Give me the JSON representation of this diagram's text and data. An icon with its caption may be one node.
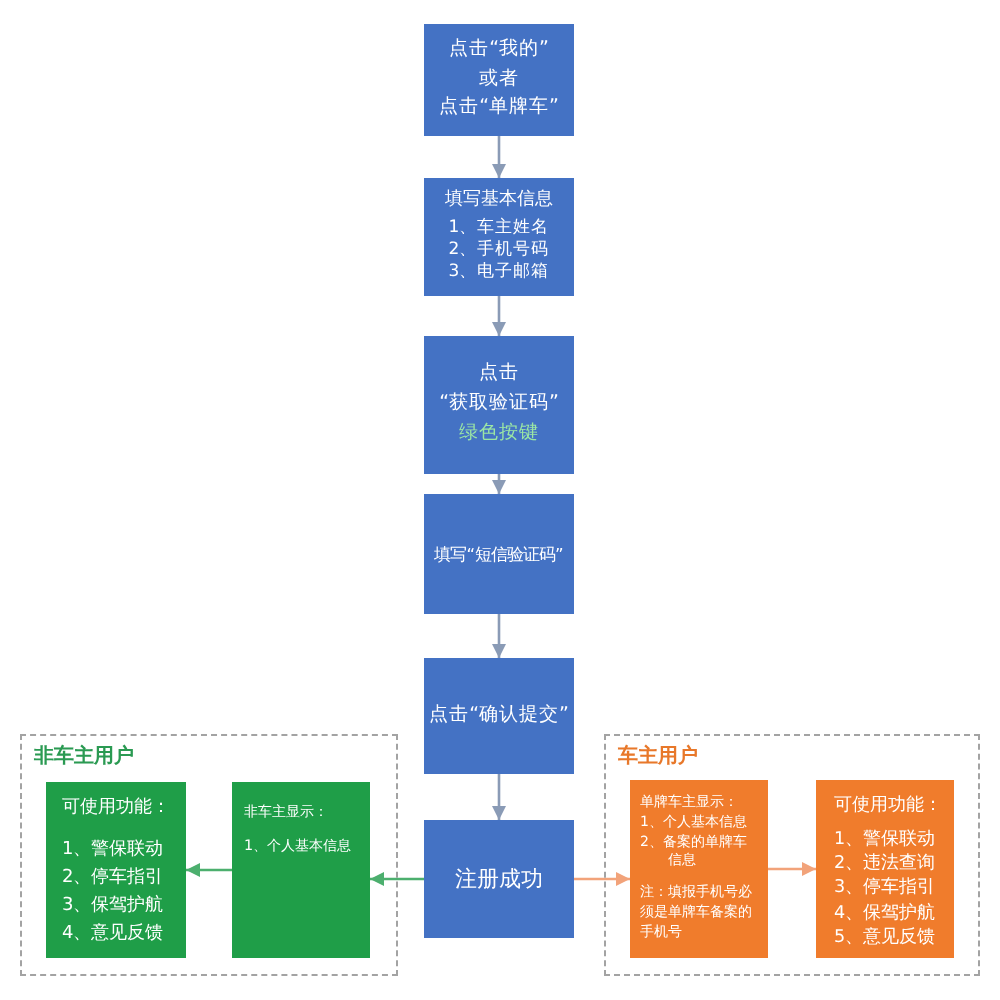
{
  "diagram": {
    "nodes": [
      {
        "text": [
          "点击“我的”",
          "或者",
          "点击“单牌车”"
        ]
      },
      {
        "text": [
          "填写基本信息",
          "1、车主姓名",
          "2、手机号码",
          "3、电子邮箱"
        ]
      },
      {
        "text": [
          "点击",
          "“获取验证码”",
          "绿色按键"
        ]
      },
      {
        "text": [
          "填写“短信验证码”"
        ]
      },
      {
        "text": [
          "点击“确认提交”"
        ]
      },
      {
        "text": [
          "注册成功"
        ]
      },
      {
        "text": [
          "非车主用户"
        ]
      },
      {
        "text": [
          "可使用功能：",
          "1、警保联动",
          "2、停车指引",
          "3、保驾护航",
          "4、意见反馈"
        ],
        "in": 6
      },
      {
        "text": [
          "非车主显示：",
          "1、个人基本信息"
        ],
        "in": 6
      },
      {
        "text": [
          "车主用户"
        ]
      },
      {
        "text": [
          "单牌车主显示：",
          "1、个人基本信息",
          "2、备案的单牌车信息",
          "注：填报手机号必须是单牌车备案的手机号"
        ],
        "in": 9
      },
      {
        "text": [
          "可使用功能：",
          "1、警保联动",
          "2、违法查询",
          "3、停车指引",
          "4、保驾护航",
          "5、意见反馈"
        ],
        "in": 9
      }
    ],
    "edges": [
      {
        "from": 0,
        "to": 1,
        "arrow": "to"
      },
      {
        "from": 1,
        "to": 2,
        "arrow": "to"
      },
      {
        "from": 2,
        "to": 3,
        "arrow": "to"
      },
      {
        "from": 3,
        "to": 4,
        "arrow": "to"
      },
      {
        "from": 4,
        "to": 5,
        "arrow": "to"
      },
      {
        "from": 5,
        "to": 8,
        "arrow": "to",
        "color": "#4caf6e"
      },
      {
        "from": 8,
        "to": 7,
        "arrow": "to",
        "color": "#4caf6e"
      },
      {
        "from": 5,
        "to": 10,
        "arrow": "to",
        "color": "#f2a37a"
      },
      {
        "from": 10,
        "to": 11,
        "arrow": "to",
        "color": "#f2a37a"
      }
    ]
  }
}
